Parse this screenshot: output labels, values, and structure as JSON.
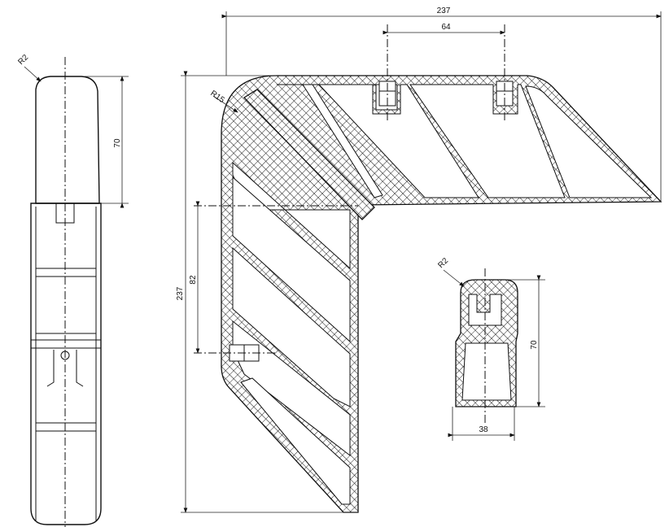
{
  "dimensions": {
    "main_width": "237",
    "main_height": "237",
    "insert_spacing": "64",
    "insert_offset": "82",
    "side_cap_height": "70",
    "section_height": "70",
    "section_width": "38"
  },
  "radii": {
    "side_view": "R2",
    "main_corner": "R15",
    "section": "R2"
  }
}
